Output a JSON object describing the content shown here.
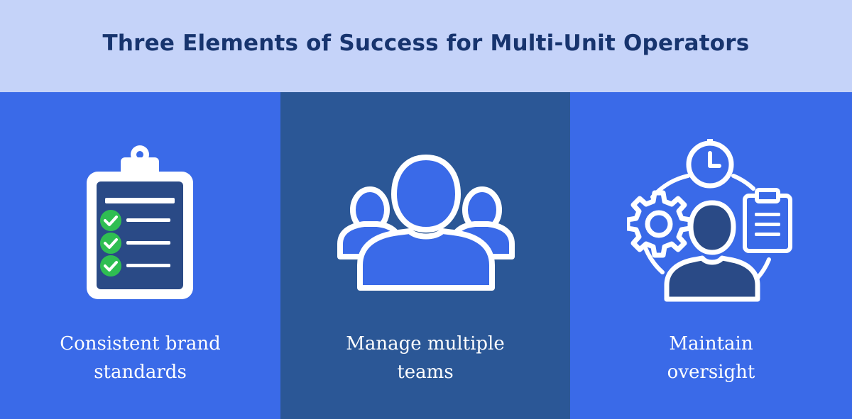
{
  "header": {
    "title": "Three Elements of Success for Multi-Unit Operators"
  },
  "colors": {
    "header_bg": "#c5d3f9",
    "title": "#17346e",
    "panel_bright": "#3a6ae8",
    "panel_dark": "#2b5796",
    "icon_dark": "#2a4a86",
    "check": "#2fbe52"
  },
  "panels": [
    {
      "icon": "clipboard-checklist-icon",
      "label_line_1": "Consistent brand",
      "label_line_2": "standards"
    },
    {
      "icon": "team-people-icon",
      "label_line_1": "Manage multiple",
      "label_line_2": "teams"
    },
    {
      "icon": "oversight-cycle-icon",
      "label_line_1": "Maintain",
      "label_line_2": "oversight"
    }
  ]
}
